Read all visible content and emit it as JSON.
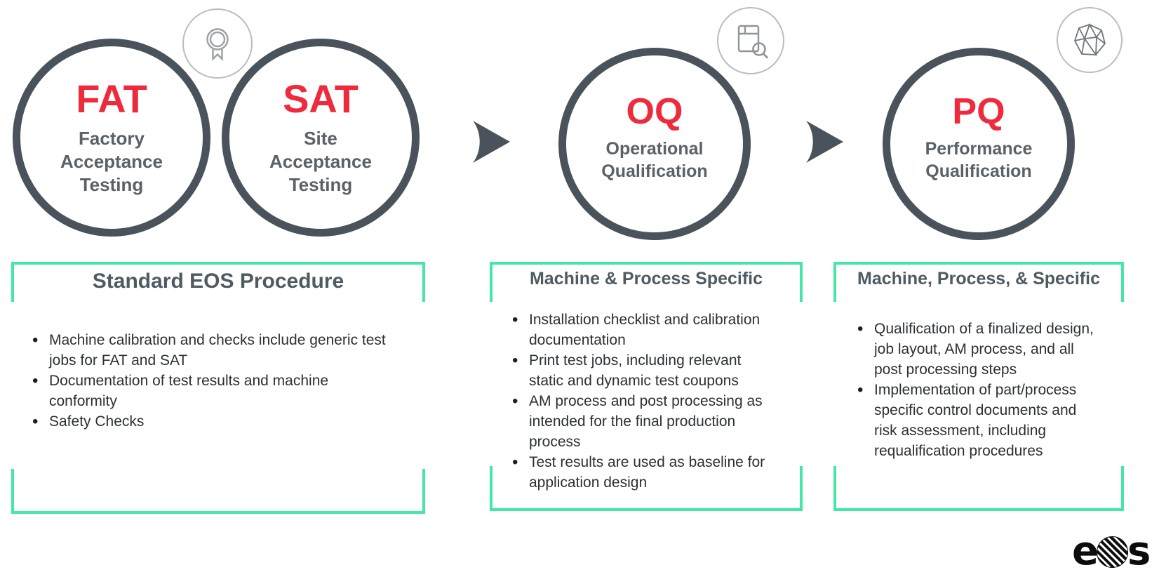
{
  "colors": {
    "accent_red": "#ee2b3c",
    "accent_green": "#42e8a4",
    "circle_border_gray": "#4a535b",
    "subtitle_gray": "#5a6167",
    "panel_title_gray": "#4f5a62",
    "bullet_text": "#2b3034"
  },
  "stages": [
    {
      "acronym": "FAT",
      "label": "Factory\nAcceptance\nTesting"
    },
    {
      "acronym": "SAT",
      "label": "Site\nAcceptance\nTesting"
    },
    {
      "acronym": "OQ",
      "label": "Operational\nQualification"
    },
    {
      "acronym": "PQ",
      "label": "Performance\nQualification"
    }
  ],
  "icons": {
    "badge_fat_sat": "award-ribbon-icon",
    "badge_oq": "machine-inspection-icon",
    "badge_pq": "polyhedron-icon",
    "arrows": "arrow-right-icon"
  },
  "panels": [
    {
      "title": "Standard EOS Procedure",
      "bullets": [
        "Machine calibration and checks include generic test jobs for FAT and SAT",
        "Documentation of test results and machine conformity",
        "Safety Checks"
      ]
    },
    {
      "title": "Machine & Process Specific",
      "bullets": [
        "Installation checklist and calibration documentation",
        "Print test jobs, including relevant static and dynamic test coupons",
        "AM process and post processing as intended for the final production process",
        "Test results are used as baseline for application design"
      ]
    },
    {
      "title": "Machine, Process, & Specific",
      "bullets": [
        "Qualification of a finalized design, job layout, AM process, and all post processing steps",
        "Implementation of part/process specific control documents and risk assessment, including requalification procedures"
      ]
    }
  ],
  "logo": {
    "e": "e",
    "s": "s",
    "brand": "eos"
  }
}
